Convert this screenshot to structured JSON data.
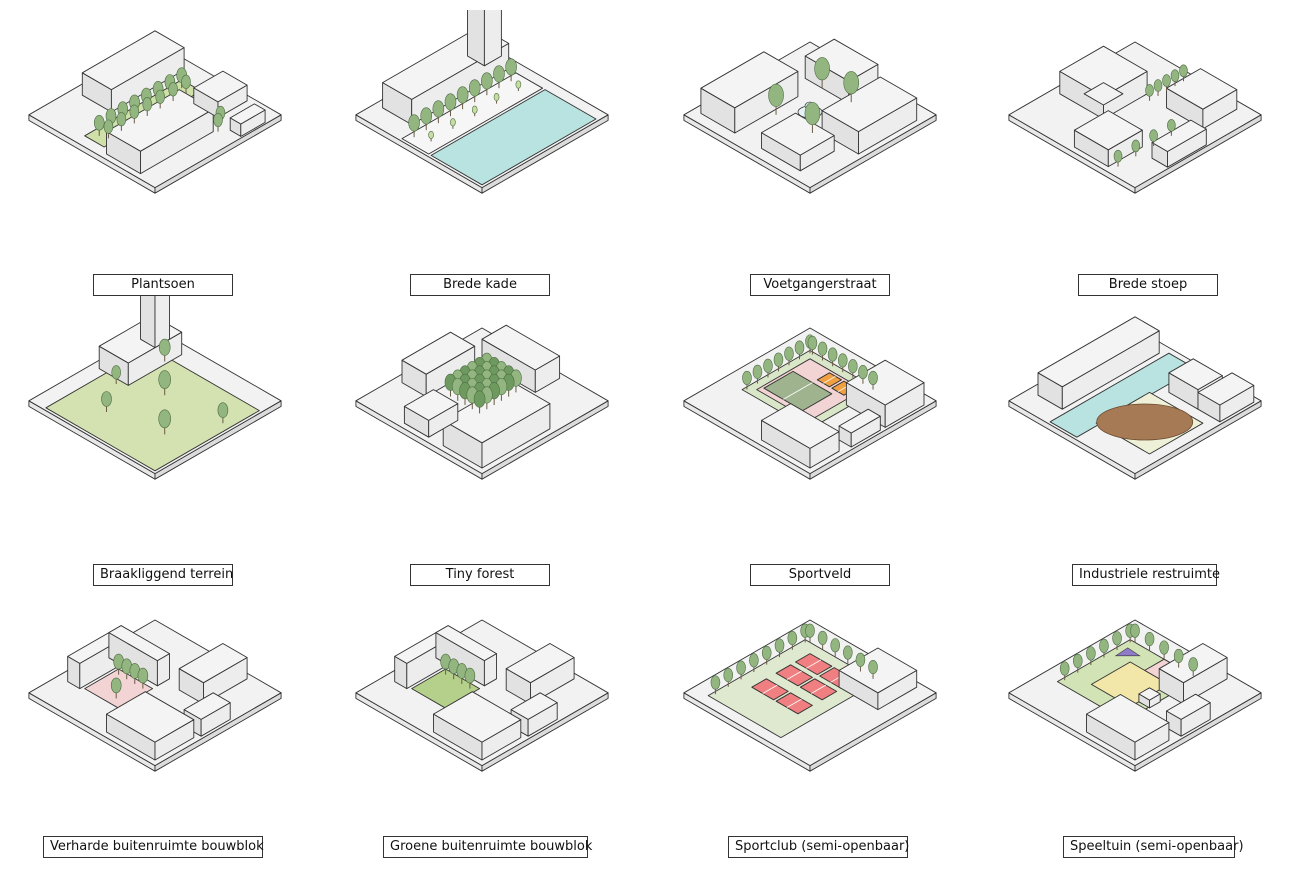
{
  "panels": [
    {
      "id": "plantsoen",
      "label": "Plantsoen",
      "scene": "plantsoen"
    },
    {
      "id": "brede-kade",
      "label": "Brede kade",
      "scene": "kade"
    },
    {
      "id": "voetgangerstraat",
      "label": "Voetgangerstraat",
      "scene": "voetganger"
    },
    {
      "id": "brede-stoep",
      "label": "Brede stoep",
      "scene": "stoep"
    },
    {
      "id": "braakliggend-terrein",
      "label": "Braakliggend terrein",
      "scene": "braak"
    },
    {
      "id": "tiny-forest",
      "label": "Tiny forest",
      "scene": "forest"
    },
    {
      "id": "sportveld",
      "label": "Sportveld",
      "scene": "sportveld"
    },
    {
      "id": "industriele-restruimte",
      "label": "Industriele restruimte",
      "scene": "industrie"
    },
    {
      "id": "verharde-buitenruimte-bouwblok",
      "label": "Verharde buitenruimte bouwblok",
      "scene": "verhard"
    },
    {
      "id": "groene-buitenruimte-bouwblok",
      "label": "Groene buitenruimte bouwblok",
      "scene": "groen"
    },
    {
      "id": "sportclub-semi-openbaar",
      "label": "Sportclub (semi-openbaar)",
      "scene": "sportclub"
    },
    {
      "id": "speeltuin-semi-openbaar",
      "label": "Speeltuin (semi-openbaar)",
      "scene": "speeltuin"
    }
  ],
  "colors": {
    "outline": "#333333",
    "building_top": "#f4f4f4",
    "building_side": "#e2e2e2",
    "ground": "#f2f2f2",
    "tree": "#93b57f",
    "tree_dark": "#6f9a5f",
    "green": "#cfe0a8",
    "water": "#b8e3e0",
    "court_pink": "#f2d4d4",
    "court_orange": "#f0a040",
    "tennis": "#ef7f80",
    "sand": "#f2e6a8",
    "soil": "#a67a55"
  }
}
